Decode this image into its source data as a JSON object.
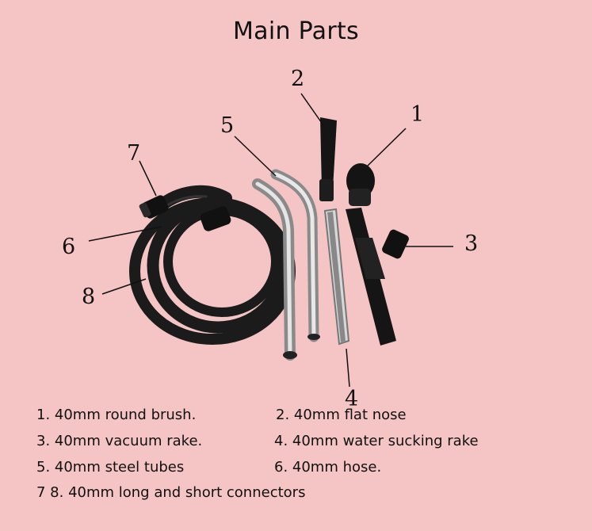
{
  "title": "Main Parts",
  "callouts": [
    "1",
    "2",
    "3",
    "4",
    "5",
    "6",
    "7",
    "8"
  ],
  "parts": [
    "1. 40mm round brush.",
    "2. 40mm flat nose",
    "3. 40mm vacuum rake.",
    "4. 40mm water sucking rake",
    "5. 40mm steel tubes",
    "6. 40mm hose.",
    "7 8. 40mm long and short connectors"
  ]
}
